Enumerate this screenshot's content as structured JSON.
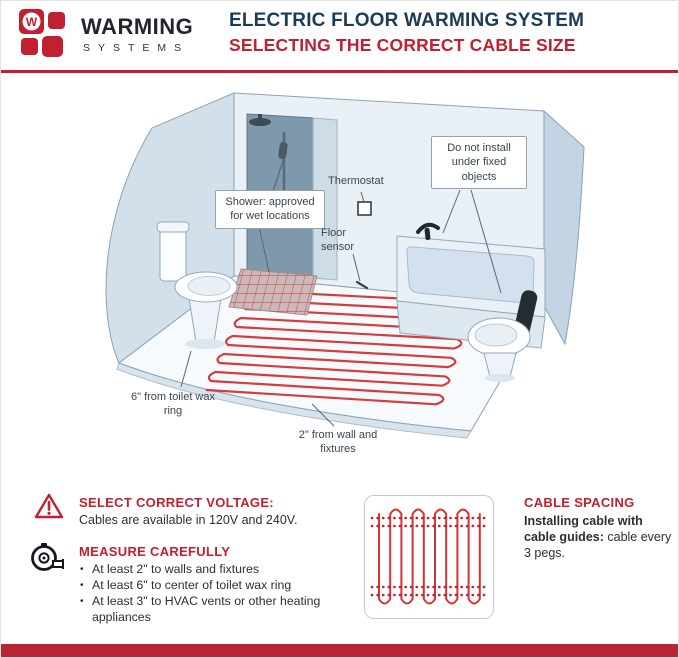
{
  "colors": {
    "accent": "#c0202f",
    "navy": "#1d3a56",
    "cable_red": "#d23333",
    "footer_bar": "#b82434"
  },
  "header": {
    "logo_letter": "W",
    "brand": "WARMING",
    "brand_sub": "SYSTEMS",
    "title": "ELECTRIC FLOOR WARMING SYSTEM",
    "subtitle": "SELECTING THE CORRECT CABLE SIZE"
  },
  "diagram": {
    "labels": {
      "shower": "Shower: approved for wet locations",
      "thermostat": "Thermostat",
      "floor_sensor": "Floor sensor",
      "fixed_objects": "Do not install under fixed objects",
      "toilet_clearance": "6\" from toilet wax ring",
      "wall_clearance": "2\" from wall and fixtures"
    }
  },
  "tips": {
    "voltage": {
      "title": "SELECT CORRECT VOLTAGE:",
      "body": "Cables are available in 120V and 240V."
    },
    "measure": {
      "title": "MEASURE CAREFULLY",
      "items": [
        "At least 2\" to walls and fixtures",
        "At least 6\" to center of toilet wax ring",
        "At least 3\" to HVAC vents or other heating appliances"
      ]
    },
    "spacing": {
      "title": "CABLE SPACING",
      "lead_bold": "Installing cable with cable guides:",
      "rest": " cable every 3 pegs."
    }
  }
}
